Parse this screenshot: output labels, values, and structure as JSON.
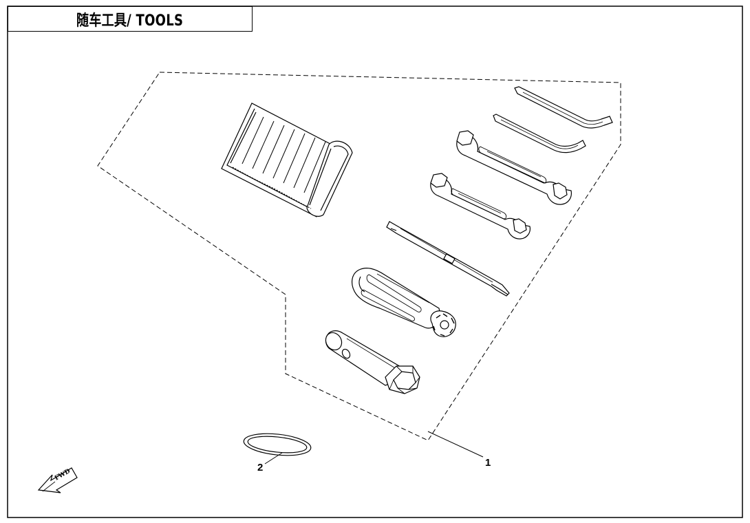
{
  "header": {
    "title": "随车工具/ TOOLS"
  },
  "callouts": [
    {
      "id": "1",
      "label": "1",
      "part": "tool kit assembly"
    },
    {
      "id": "2",
      "label": "2",
      "part": "rubber band"
    }
  ],
  "direction_indicator": {
    "label": "FWD",
    "icon": "forward-arrow-icon"
  },
  "colors": {
    "line": "#000000",
    "background": "#ffffff"
  }
}
